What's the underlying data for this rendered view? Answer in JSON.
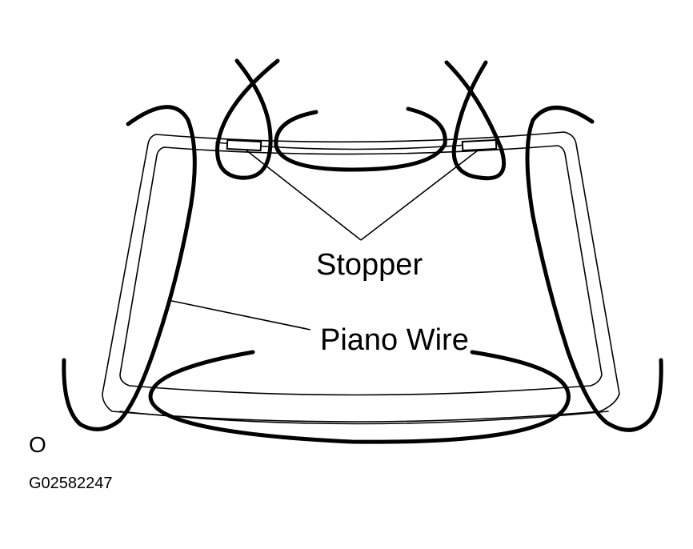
{
  "labels": {
    "stopper": "Stopper",
    "piano_wire": "Piano Wire",
    "view_marker": "O",
    "figure_id": "G02582247"
  }
}
